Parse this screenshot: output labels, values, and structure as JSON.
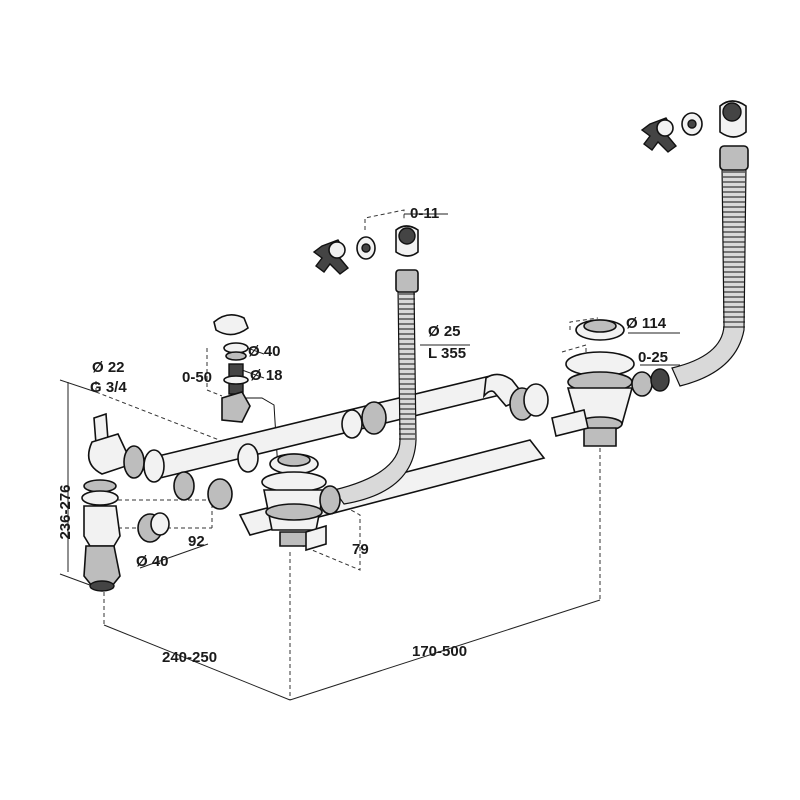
{
  "diagram": {
    "labels": {
      "trap_inlet_diameter": "Ø 22",
      "trap_thread": "G 3/4",
      "height_range": "236-276",
      "trap_outlet_offset": "92",
      "trap_outlet_diameter": "Ø 40",
      "overflow_top_diameter": "Ø 40",
      "overflow_lower_diameter": "Ø 18",
      "overflow_adjust": "0-50",
      "overflow_hose_offset": "0-11",
      "hose_diameter": "Ø 25",
      "hose_length": "L 355",
      "waste_diameter": "Ø 114",
      "waste_adjust": "0-25",
      "waste_depth": "79",
      "trap_spacing": "240-250",
      "bowl_spacing": "170-500"
    }
  }
}
